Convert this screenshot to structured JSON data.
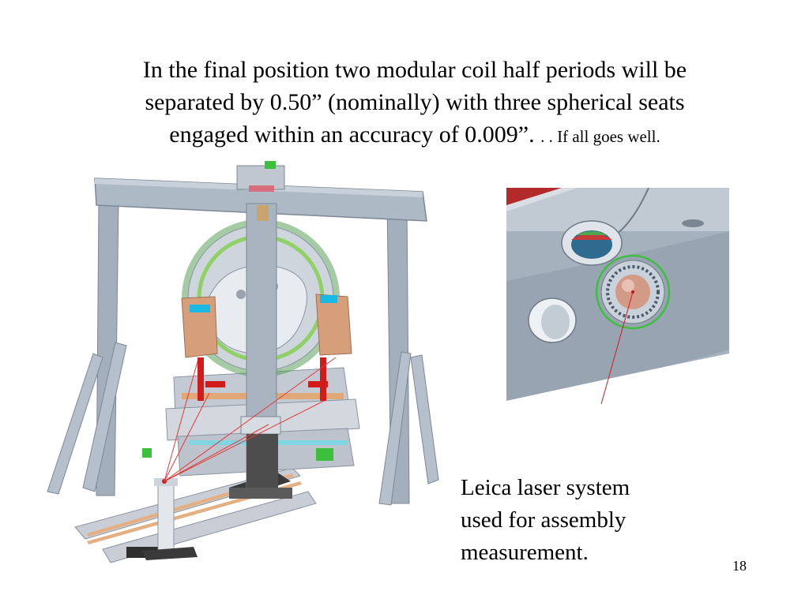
{
  "slide": {
    "title_lines": [
      "In the final position two modular coil half periods will be",
      "separated by 0.50” (nominally) with three spherical seats",
      "engaged within an accuracy of 0.009”."
    ],
    "title_aside": ". . If all goes well.",
    "caption_lines": [
      "Leica laser system",
      "used for assembly",
      "measurement."
    ],
    "page_number": "18"
  },
  "colors": {
    "frame_gray": "#9aa6b4",
    "coil_gray": "#d6dbe3",
    "green": "#3cbf3c",
    "red": "#d21c1c",
    "cyan": "#19b9e6",
    "tan": "#d9a883",
    "laser": "#e63a3a"
  }
}
